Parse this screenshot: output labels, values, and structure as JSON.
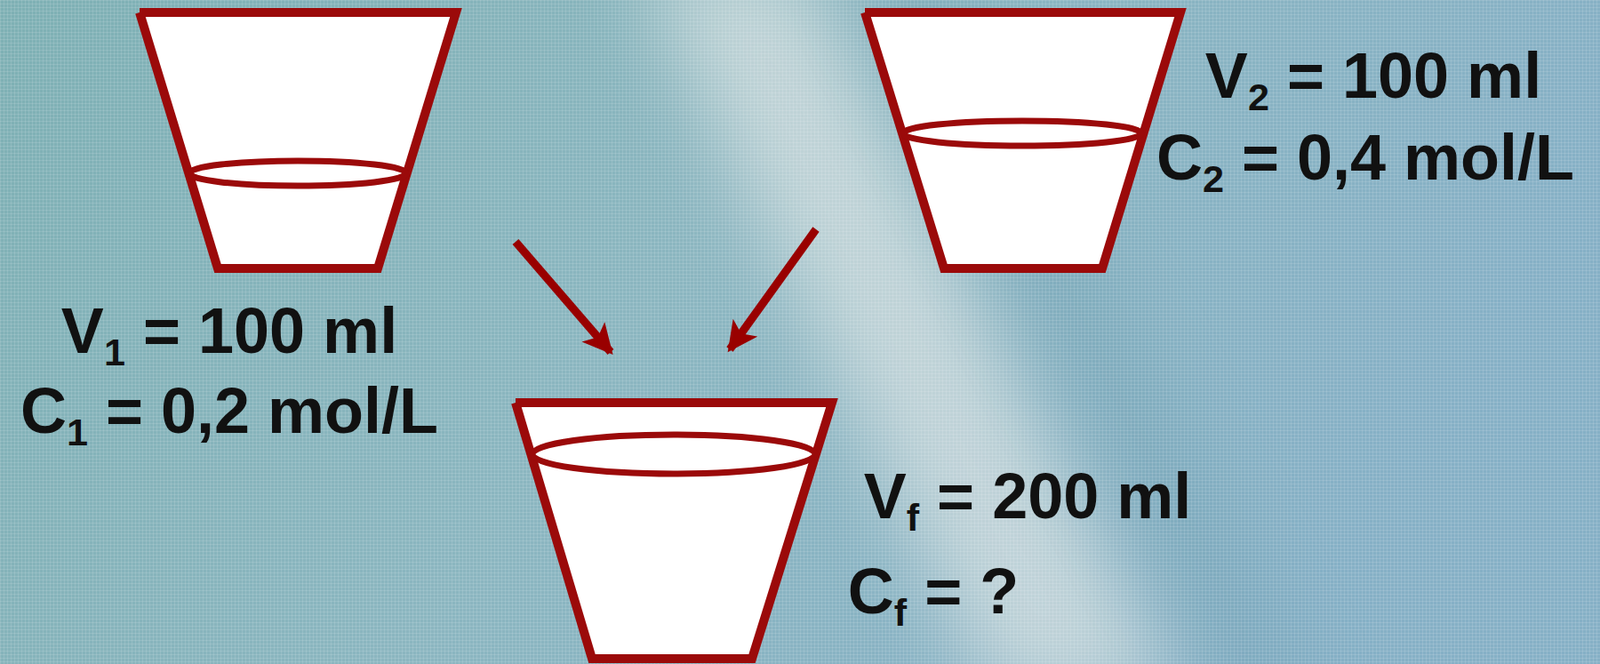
{
  "diagram": {
    "nodes": [
      {
        "text": [
          "V1 = 100 ml",
          "C1 = 0,2 mol/L"
        ]
      },
      {
        "text": [
          "V2 = 100 ml",
          "C2 = 0,4 mol/L"
        ]
      },
      {
        "text": [
          "Vf = 200 ml",
          "Cf = ?"
        ]
      }
    ],
    "edges": [
      {
        "from": 0,
        "to": 2,
        "arrow": "to"
      },
      {
        "from": 1,
        "to": 2,
        "arrow": "to"
      }
    ]
  }
}
